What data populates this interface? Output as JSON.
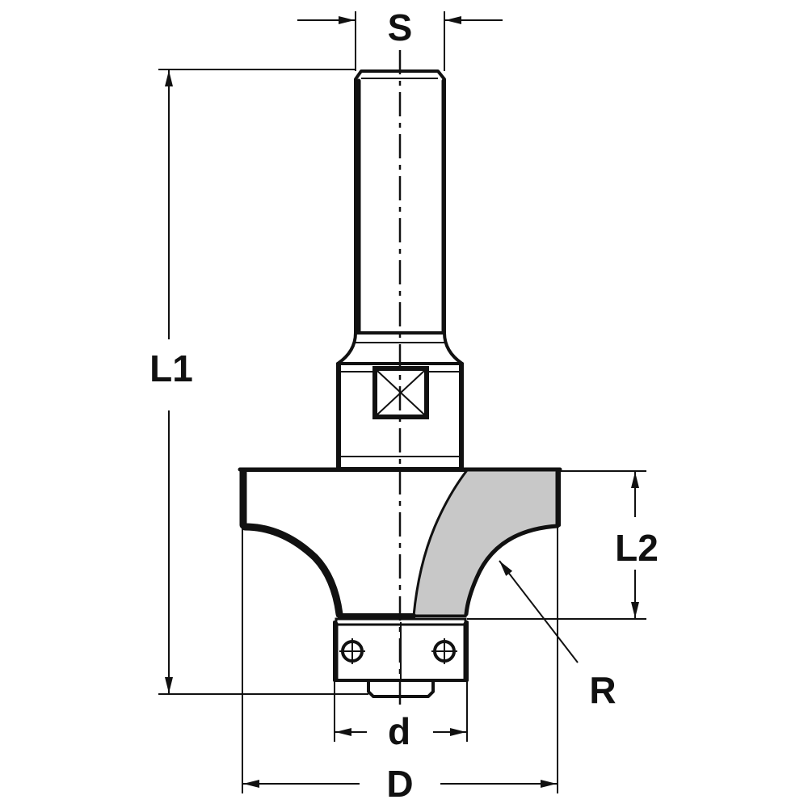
{
  "labels": {
    "shank_diameter": "S",
    "overall_length": "L1",
    "cutting_length": "L2",
    "radius": "R",
    "bearing_diameter": "d",
    "cutting_diameter": "D"
  },
  "colors": {
    "line": "#111111",
    "carbide_insert": "#c8c8c8",
    "background": "#ffffff"
  }
}
